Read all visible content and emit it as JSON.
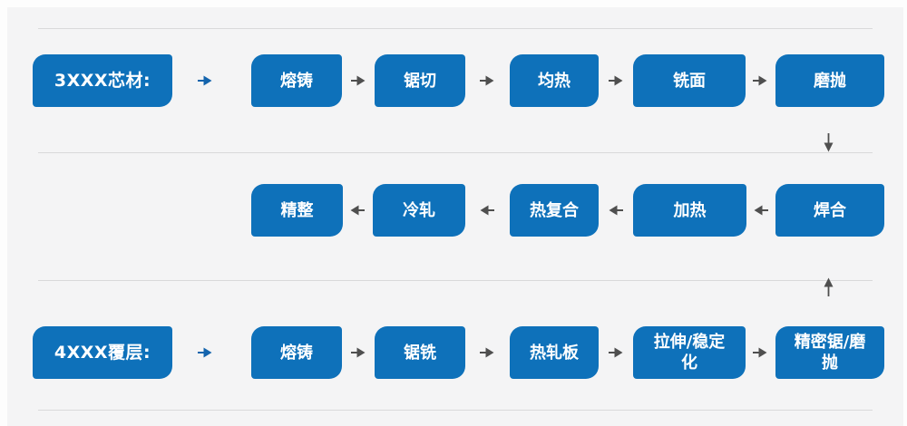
{
  "diagram": {
    "rows": [
      {
        "label": "3XXX芯材:",
        "direction": "right",
        "steps": [
          "熔铸",
          "锯切",
          "均热",
          "铣面",
          "磨抛"
        ]
      },
      {
        "direction": "left",
        "steps": [
          "精整",
          "冷轧",
          "热复合",
          "加热",
          "焊合"
        ]
      },
      {
        "label": "4XXX覆层:",
        "direction": "right",
        "steps": [
          "熔铸",
          "锯铣",
          "热轧板",
          "拉伸/稳定化",
          "精密锯/磨抛"
        ]
      }
    ],
    "connectors": [
      {
        "from": "磨抛",
        "to": "焊合",
        "direction": "down"
      },
      {
        "from": "精密锯/磨抛",
        "to": "焊合",
        "direction": "up"
      }
    ]
  },
  "colors": {
    "box_fill": "#0e71ba",
    "box_text": "#ffffff",
    "label_arrow_blue": "#1464ad",
    "step_arrow_gray": "#4f4f4f",
    "divider": "#d9d9da",
    "panel_bg": "#f4f4f5",
    "page_bg": "#fdfdfd"
  }
}
